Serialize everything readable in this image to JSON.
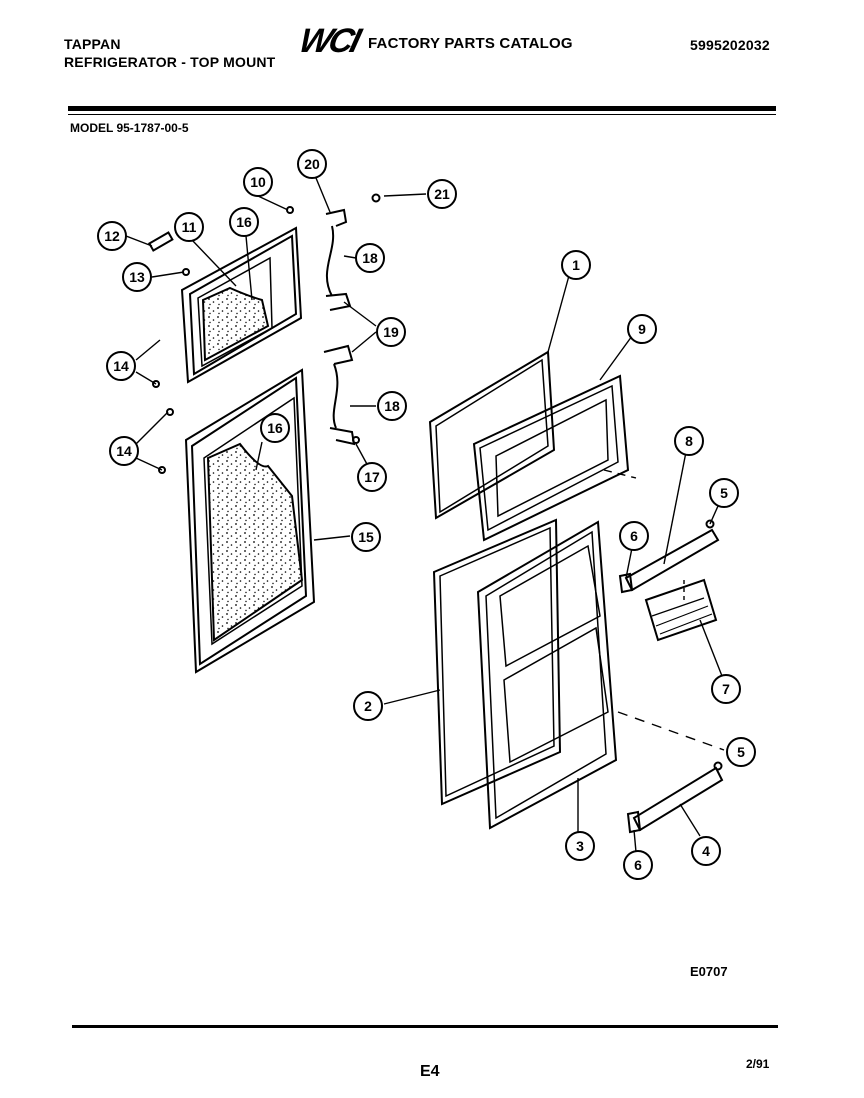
{
  "header": {
    "brand": "TAPPAN",
    "product": "REFRIGERATOR - TOP MOUNT",
    "logo": "WCI",
    "catalog": "FACTORY PARTS CATALOG",
    "part_number": "5995202032"
  },
  "model": "MODEL 95-1787-00-5",
  "figure_code": "E0707",
  "footer": {
    "page_code": "E4",
    "date": "2/91"
  },
  "callouts": {
    "c1": "1",
    "c2": "2",
    "c3": "3",
    "c4": "4",
    "c5a": "5",
    "c5b": "5",
    "c6a": "6",
    "c6b": "6",
    "c7": "7",
    "c8": "8",
    "c9": "9",
    "c10": "10",
    "c11": "11",
    "c12": "12",
    "c13": "13",
    "c14a": "14",
    "c14b": "14",
    "c15": "15",
    "c16a": "16",
    "c16b": "16",
    "c17": "17",
    "c18a": "18",
    "c18b": "18",
    "c19": "19",
    "c20": "20",
    "c21": "21"
  }
}
